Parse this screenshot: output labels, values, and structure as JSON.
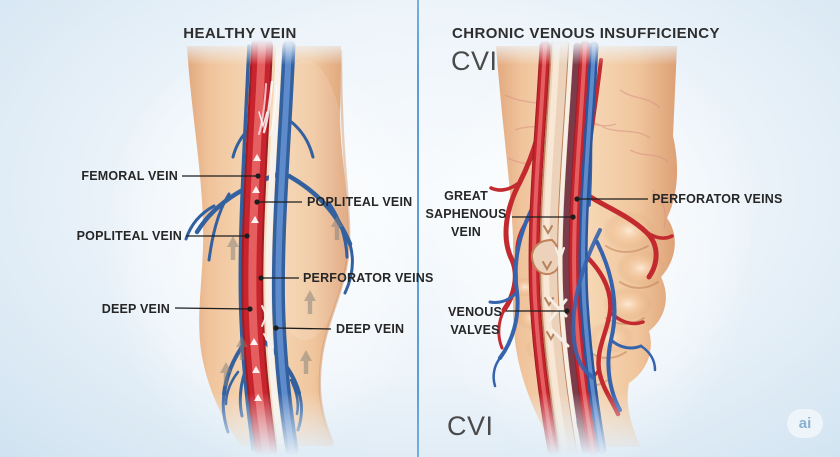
{
  "header": {
    "left_title": "HEALTHY VEIN",
    "right_title": "CHRONIC VENOUS INSUFFICIENCY",
    "abbreviation_top": "CVI",
    "abbreviation_bottom": "CVI"
  },
  "left_panel": {
    "subject": "healthy leg vein illustration",
    "labels": {
      "femoral_vein": "FEMORAL VEIN",
      "popliteal_vein_left": "POPLITEAL VEIN",
      "popliteal_vein_right": "POPLITEAL VEIN",
      "perforator_veins": "PERFORATOR VEINS",
      "deep_vein_left": "DEEP VEIN",
      "deep_vein_right": "DEEP VEIN"
    }
  },
  "right_panel": {
    "subject": "chronic venous insufficiency leg illustration",
    "labels": {
      "great_saphenous_vein": "GREAT SAPHENOUS VEIN",
      "perforator_veins": "PERFORATOR VEINS",
      "venous_valves": "VENOUS VALVES"
    }
  },
  "badge": {
    "text": "ai"
  },
  "colors": {
    "background_center": "#f8fbfd",
    "background_corner": "#a0c6e2",
    "divider_blue": "#5c9fd6",
    "label_text": "#262626",
    "skin": "#f5d4b2",
    "vein_blue": "#33619f",
    "artery_red": "#c8242e",
    "dilated_vein_cream": "#ecd2ba",
    "diseased_vein_maroon": "#7a3c4a",
    "flow_arrow_gray": "#82807a",
    "badge_text": "#8ab1d1"
  }
}
